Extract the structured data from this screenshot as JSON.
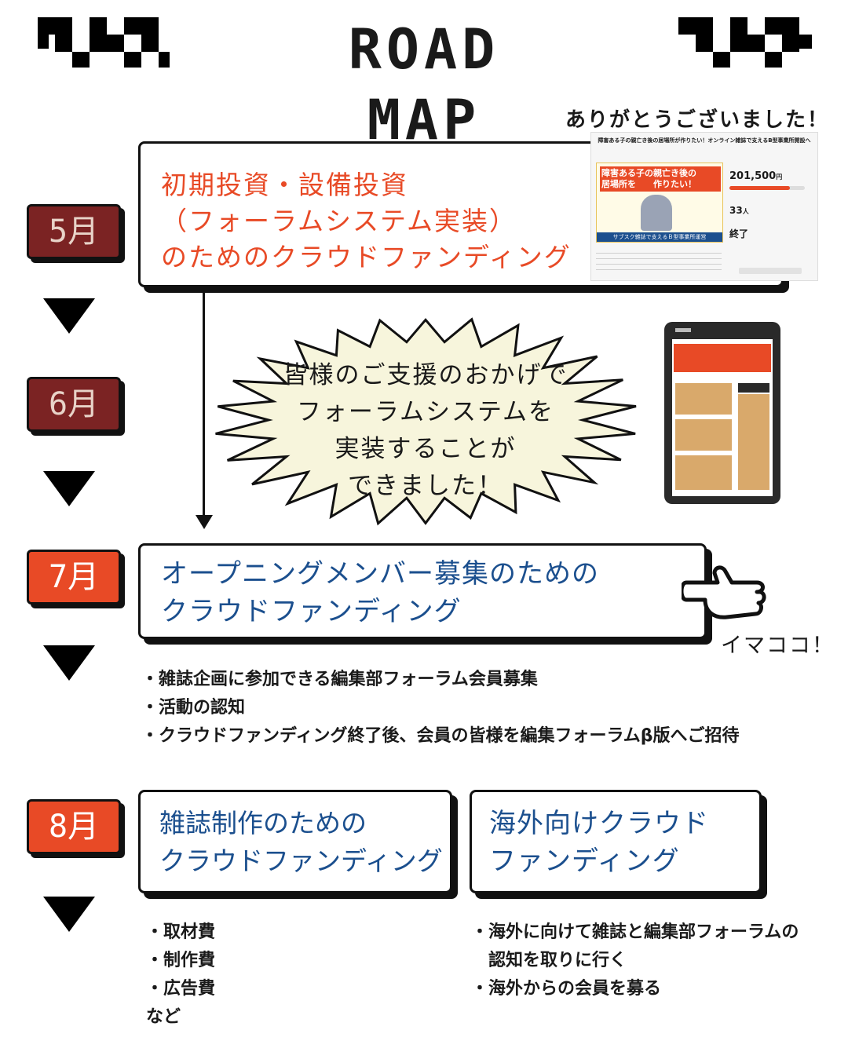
{
  "header": {
    "title": "ROAD MAP"
  },
  "thanks": "ありがとうございました！",
  "months": {
    "may": "5月",
    "jun": "6月",
    "jul": "7月",
    "aug": "8月"
  },
  "may_box": {
    "text": "初期投資・設備投資\n（フォーラムシステム実装）\nのためのクラウドファンディング"
  },
  "campaign": {
    "title": "障害ある子の親亡き後の居場所が作りたい！オンライン雑誌で支えるB型事業所開設へ",
    "banner": "障害ある子の親亡き後の\n居場所を　　作りたい！",
    "strip": "サブスク雑誌で支えるＢ型事業所運営",
    "amount": "201,500",
    "amount_unit": "円",
    "supporters": "33",
    "supporters_unit": "人",
    "status": "終了",
    "progress": 0.8
  },
  "burst": {
    "text": "皆様のご支援のおかげで\nフォーラムシステムを\n実装することが\nできました！"
  },
  "jul_box": {
    "text": "オープニングメンバー募集のための\nクラウドファンディング"
  },
  "imacoco": "イマココ！",
  "jul_bullets": [
    "・雑誌企画に参加できる編集部フォーラム会員募集",
    "・活動の認知",
    "・クラウドファンディング終了後、会員の皆様を編集フォーラムβ版へご招待"
  ],
  "aug_box1": {
    "text": "雑誌制作のための\nクラウドファンディング"
  },
  "aug_box2": {
    "text": "海外向けクラウド\nファンディング"
  },
  "aug_bullets1": [
    "・取材費",
    "・制作費",
    "・広告費",
    "など"
  ],
  "aug_bullets2": [
    "・海外に向けて雑誌と編集部フォーラムの",
    "　認知を取りに行く",
    "・海外からの会員を募る"
  ],
  "colors": {
    "accent_red": "#e84a26",
    "past_month": "#7b2323",
    "blue_text": "#1b4f8e",
    "burst_fill": "#f7f5dc"
  }
}
